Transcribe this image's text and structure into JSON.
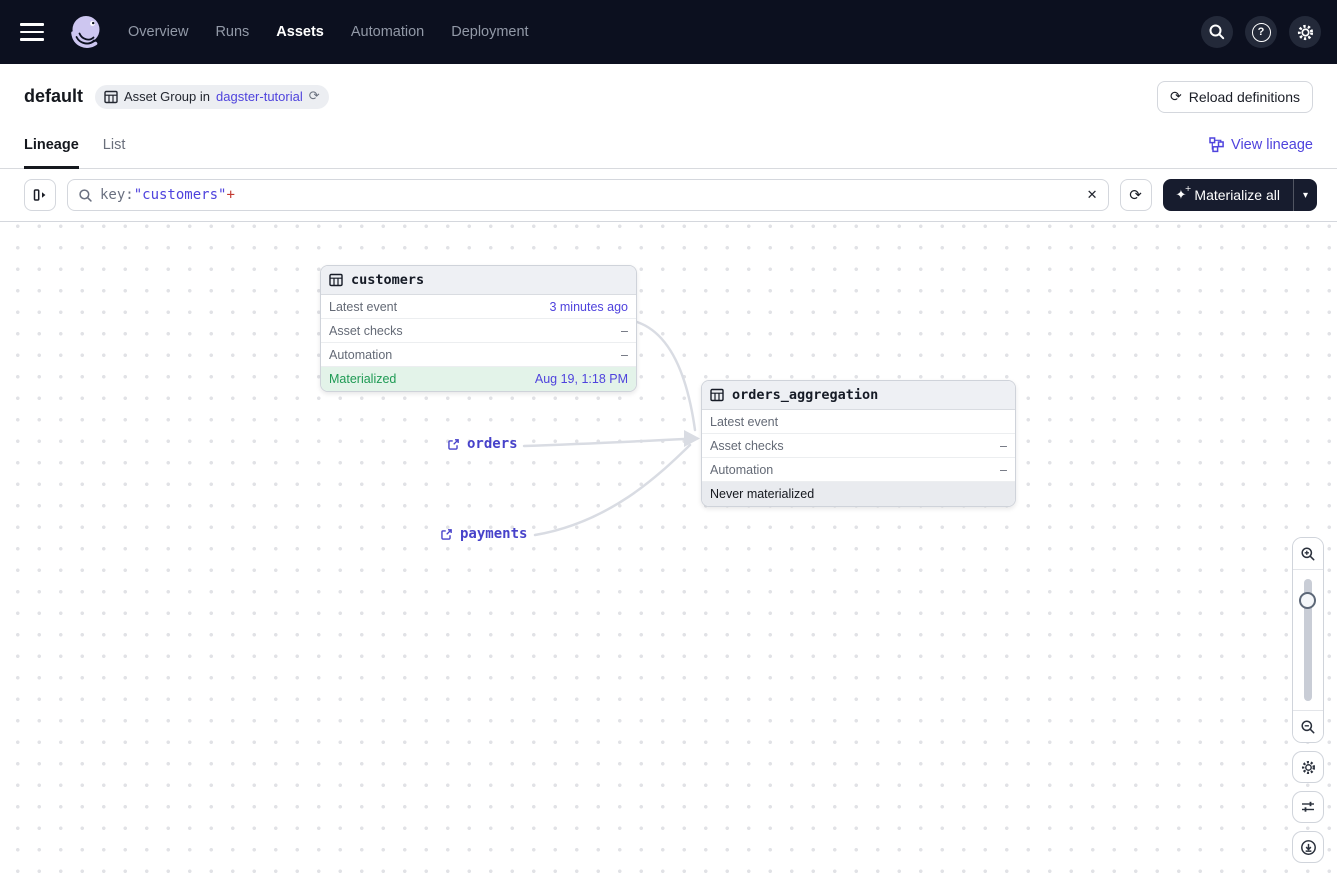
{
  "navbar": {
    "items": [
      {
        "label": "Overview"
      },
      {
        "label": "Runs"
      },
      {
        "label": "Assets"
      },
      {
        "label": "Automation"
      },
      {
        "label": "Deployment"
      }
    ],
    "active_item": "Assets"
  },
  "header": {
    "title": "default",
    "badge_text": "Asset Group in",
    "badge_link": "dagster-tutorial",
    "reload_label": "Reload definitions"
  },
  "tabs": {
    "lineage": "Lineage",
    "list": "List",
    "view_lineage": "View lineage"
  },
  "toolbar": {
    "query_key": "key:",
    "query_value": "\"customers\"",
    "query_suffix": "+",
    "materialize_label": "Materialize all"
  },
  "graph": {
    "nodes": [
      {
        "title": "customers",
        "rows": [
          {
            "label": "Latest event",
            "value": "3 minutes ago"
          },
          {
            "label": "Asset checks",
            "value": "–"
          },
          {
            "label": "Automation",
            "value": "–"
          }
        ],
        "status_label": "Materialized",
        "status_value": "Aug 19, 1:18 PM"
      },
      {
        "title": "orders_aggregation",
        "rows": [
          {
            "label": "Latest event",
            "value": ""
          },
          {
            "label": "Asset checks",
            "value": "–"
          },
          {
            "label": "Automation",
            "value": "–"
          }
        ],
        "status_label": "Never materialized",
        "status_value": ""
      }
    ],
    "external_links": [
      {
        "label": "orders"
      },
      {
        "label": "payments"
      }
    ]
  },
  "icons": {
    "help_glyph": "?",
    "refresh_glyph": "⟳",
    "close_glyph": "✕",
    "caret_down_glyph": "▾",
    "sparkle_glyph": "✦"
  },
  "colors": {
    "accent": "#4f43dd",
    "navbar_bg": "#0c101f",
    "success_text": "#1e9a54",
    "success_bg": "#e3f3e9",
    "error": "#c33a31",
    "edge": "#d9dce3"
  }
}
